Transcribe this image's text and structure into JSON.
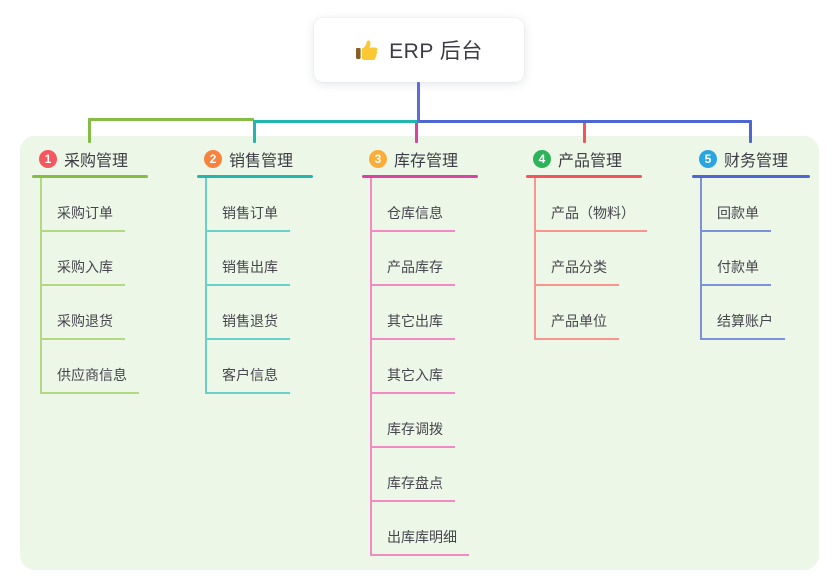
{
  "root": {
    "label": "ERP 后台",
    "icon": "thumbs-up-icon",
    "line_color": "#5b6be0"
  },
  "panel_color": "#ecf7e7",
  "categories": [
    {
      "badge": "1",
      "label": "采购管理",
      "badge_color": "#f5565f",
      "accent_color": "#84bc44",
      "light_color": "#b3d983",
      "children": [
        "采购订单",
        "采购入库",
        "采购退货",
        "供应商信息"
      ]
    },
    {
      "badge": "2",
      "label": "销售管理",
      "badge_color": "#f8833f",
      "accent_color": "#23b6af",
      "light_color": "#6bd0c9",
      "children": [
        "销售订单",
        "销售出库",
        "销售退货",
        "客户信息"
      ]
    },
    {
      "badge": "3",
      "label": "库存管理",
      "badge_color": "#fbad3a",
      "accent_color": "#d943a1",
      "light_color": "#f28bc4",
      "children": [
        "仓库信息",
        "产品库存",
        "其它出库",
        "其它入库",
        "库存调拨",
        "库存盘点",
        "出库库明细"
      ]
    },
    {
      "badge": "4",
      "label": "产品管理",
      "badge_color": "#2db35a",
      "accent_color": "#f4555a",
      "light_color": "#f9958f",
      "children": [
        "产品（物料）",
        "产品分类",
        "产品单位"
      ]
    },
    {
      "badge": "5",
      "label": "财务管理",
      "badge_color": "#29a5e1",
      "accent_color": "#4d66d4",
      "light_color": "#7d91d6",
      "children": [
        "回款单",
        "付款单",
        "结算账户"
      ]
    }
  ]
}
